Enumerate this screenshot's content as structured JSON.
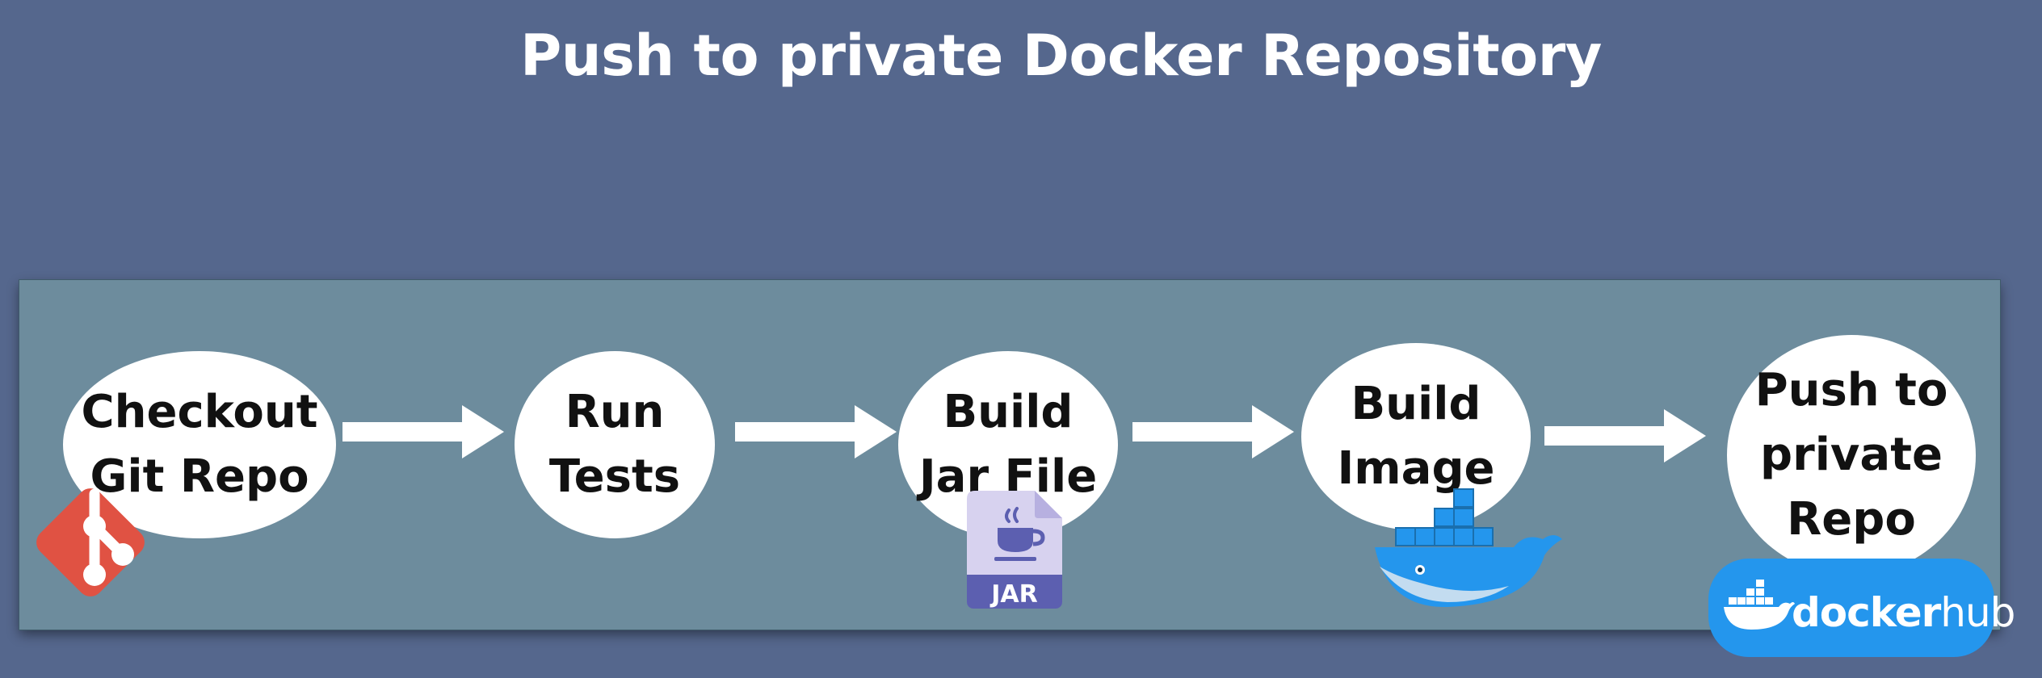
{
  "title": "Push to private Docker Repository",
  "steps": [
    {
      "label": "Checkout\nGit Repo",
      "icon": "git-logo-icon"
    },
    {
      "label": "Run\nTests",
      "icon": ""
    },
    {
      "label": "Build\nJar File",
      "icon": "jar-file-icon"
    },
    {
      "label": "Build\nImage",
      "icon": "docker-whale-icon"
    },
    {
      "label": "Push to\nprivate\nRepo",
      "icon": "docker-hub-logo-icon"
    }
  ],
  "jar_label": "JAR",
  "dockerhub": {
    "docker": "docker",
    "hub": "hub"
  },
  "colors": {
    "background": "#55678d",
    "panel": "#6d8c9d",
    "oval": "#ffffff",
    "arrow": "#ffffff",
    "git": "#e05243",
    "jar": "#5c5fb0",
    "docker": "#2496ed"
  }
}
